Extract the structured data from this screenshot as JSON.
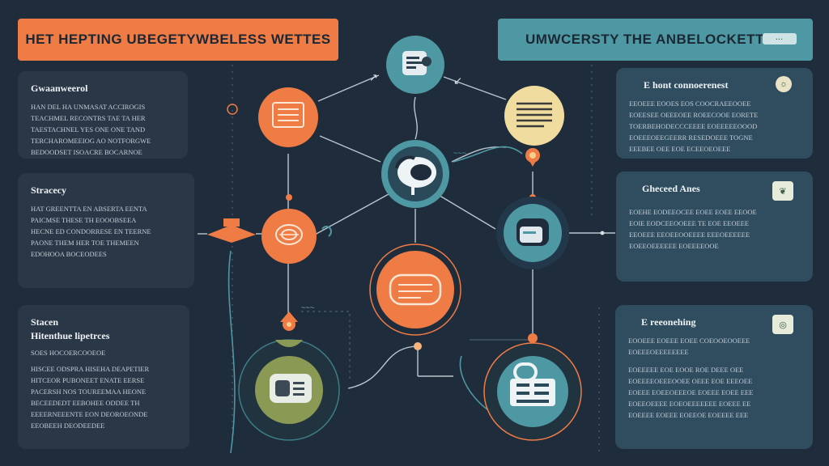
{
  "header": {
    "left_title": "HET HEPTING UBEGETYWBELESS WETTES",
    "right_title": "UMWCERSTY THE ANBELOCKETTES",
    "right_tag": "···"
  },
  "cards": {
    "top_left": {
      "title": "Gwaanweerol",
      "lines": [
        "HAN DEL HA UNMASAT ACCIROGIS",
        "TEACHMEL RECONTRS TAE TA HER",
        "TAESTACHNEL YES ONE ONE TAND",
        "TERCHAROMEEIOG AO NOTFORGWE",
        "BEDOODSET ISOACRE BOCARNOE"
      ]
    },
    "mid_left": {
      "title": "Stracecy",
      "lines": [
        "HAT GREENTTA EN ABSERTA EENTA",
        "PAICMSE THESE TH EOOOBSEEA",
        "HECNE ED CONDORRESE EN TEERNE",
        "PAONE THEM HER TOE THEMEEN",
        "EDOHOOA BOCEODEES"
      ]
    },
    "bottom_left": {
      "title": "Stacen",
      "subtitle": "Hitenthue lipetrces",
      "lines": [
        "SOES HOCOERCOOEOE",
        "HISCEE ODSPRA HISEHA DEAPETIER",
        "HITCEOR PUBONEET ENATE EERSE",
        "PACERSH NOS TOUREEMAA HEONE",
        "BECEEDEDT EEBOHEE ODDEE TH",
        "EEEERNEEENTE EON DEOROEONDE",
        "EEOBEEH DEODEEDEE"
      ]
    },
    "top_right": {
      "title": "E hont connoerenest",
      "badge": "☼",
      "lines": [
        "EEOEEE EOOES EOS COOCRAEEOOEE",
        "EOEESEE OEEEOEE ROEECOOE EORETE",
        "TOERBEHODECCCEEEE EOEEEEEOOOD",
        "EOEEEOEEGEERR RESEDOEEE TOGNE",
        "EEEBEE OEE EOE ECEEOEOEEE"
      ]
    },
    "mid_right": {
      "title": "Gheceed Anes",
      "badge": "❦",
      "lines": [
        "EOEHE EODEEOCEE EOEE EOEE EEOOE",
        "EOIE EODCEEOOEEE TE EOE EEOEEE",
        "EEOEEE EEOEEOOEEEE EEEOEEEEEE",
        "EOEEOEEEEEE EOEEEEOOE"
      ]
    },
    "bottom_right": {
      "title": "E reeonehing",
      "badge": "◎",
      "lines": [
        "EOOEEE EOEEE EOEE COEOOEOOEEE",
        "EOEEEOEEEEEEEE",
        "EOEEEEE EOE EOOE ROE DEEE OEE",
        "EOEEEEOEEEOOEE OEEE EOE EEEOEE",
        "EOEEE EOEEOEEEOE EOEEE EOEE EEE",
        "EOEEOEEEE EOEOEEEEEEE EOEEE EE",
        "EOEEEE EOEEE EOEEOE EOEEEE EEE"
      ]
    }
  },
  "colors": {
    "background": "#1f2c3b",
    "orange": "#ef7b45",
    "teal": "#4d98a3",
    "cream": "#f1dca0",
    "olive": "#8a9a54",
    "line": "#b9c6cf",
    "dark_ring": "#20333f"
  },
  "nodes": [
    {
      "name": "node-top-teal",
      "icon": "document-icon",
      "color": "teal"
    },
    {
      "name": "node-left-orange",
      "icon": "list-icon",
      "color": "orange"
    },
    {
      "name": "node-right-cream",
      "icon": "notes-icon",
      "color": "cream"
    },
    {
      "name": "node-center-hub",
      "icon": "speech-bubble-icon",
      "color": "teal"
    },
    {
      "name": "node-mid-left-orange",
      "icon": "target-icon",
      "color": "orange"
    },
    {
      "name": "node-mid-right-teal",
      "icon": "archive-icon",
      "color": "teal"
    },
    {
      "name": "node-center-large-orange",
      "icon": "message-card-icon",
      "color": "orange"
    },
    {
      "name": "node-bottom-left-olive",
      "icon": "book-icon",
      "color": "olive"
    },
    {
      "name": "node-bottom-right-teal",
      "icon": "stack-icon",
      "color": "teal"
    }
  ],
  "diagram_labels": {
    "top_left_arrow": "↗",
    "top_right_arrow": "↙",
    "small_tag": "~~~"
  }
}
